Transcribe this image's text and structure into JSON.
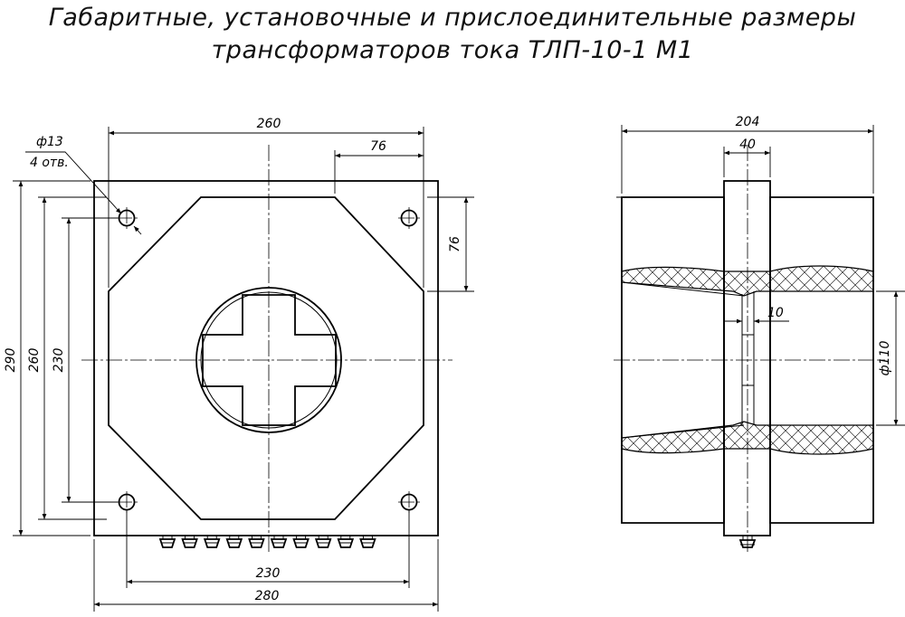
{
  "title": {
    "line1": "Габаритные, установочные и прислоединительные размеры",
    "line2": "трансформаторов тока ТЛП-10-1 М1"
  },
  "front_view": {
    "dims": {
      "width_260": "260",
      "offset_76_h": "76",
      "offset_76_v": "76",
      "height_290": "290",
      "height_260": "260",
      "height_230": "230",
      "bottom_230": "230",
      "bottom_280": "280"
    },
    "hole_note": {
      "diameter": "ф13",
      "count": "4 отв."
    }
  },
  "side_view": {
    "dims": {
      "width_204": "204",
      "width_40": "40",
      "gap_10": "10",
      "dia_110": "ф110"
    }
  }
}
